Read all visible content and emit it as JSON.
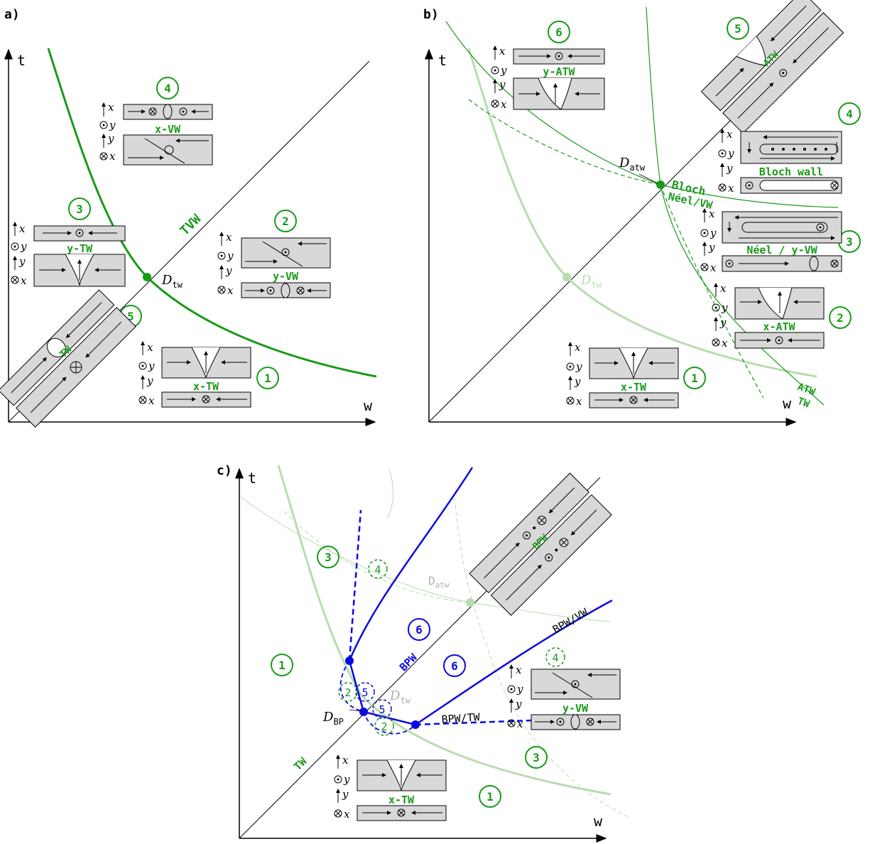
{
  "panels": {
    "a": {
      "label": "a)",
      "x_axis": "w",
      "y_axis": "t",
      "boundary_label": "TVW",
      "point_label": "D",
      "point_sub": "tw",
      "wall_label": "TW",
      "regions": [
        "1",
        "2",
        "3",
        "4",
        "5"
      ],
      "walls": {
        "r1": "x-TW",
        "r2": "y-VW",
        "r3": "y-TW",
        "r4": "x-VW"
      }
    },
    "b": {
      "label": "b)",
      "x_axis": "w",
      "y_axis": "t",
      "point_label": "D",
      "point_sub": "atw",
      "faint_point_label": "D",
      "faint_point_sub": "tw",
      "curve_labels": [
        "Bloch",
        "Néel/VW",
        "ATW",
        "TW"
      ],
      "diag_label": "ATW",
      "regions": [
        "1",
        "2",
        "3",
        "4",
        "5",
        "6"
      ],
      "walls": {
        "r1": "x-TW",
        "r2": "x-ATW",
        "r3": "Néel / y-VW",
        "r4": "Bloch wall",
        "r6": "y-ATW"
      }
    },
    "c": {
      "label": "c)",
      "x_axis": "w",
      "y_axis": "t",
      "point_label": "D",
      "point_sub": "BP",
      "faint_atw": "D",
      "faint_atw_sub": "atw",
      "faint_tw": "D",
      "faint_tw_sub": "tw",
      "line_labels": [
        "BPW/VW",
        "BPW/TW",
        "BPW",
        "TW"
      ],
      "wall_label": "BPW",
      "regions": [
        "1",
        "1",
        "3",
        "3",
        "6",
        "6"
      ],
      "dashed_regions": [
        "4",
        "4",
        "2",
        "5",
        "5",
        "2"
      ],
      "walls": {
        "r1": "x-TW",
        "r4": "y-VW"
      }
    }
  },
  "axis_letters": {
    "x": "x",
    "y": "y"
  },
  "colors": {
    "green": "#1a9a1a",
    "blue": "#0a0ae0",
    "faint_green": "#b8dcb0",
    "wall_gray": "#d8d8d8"
  }
}
